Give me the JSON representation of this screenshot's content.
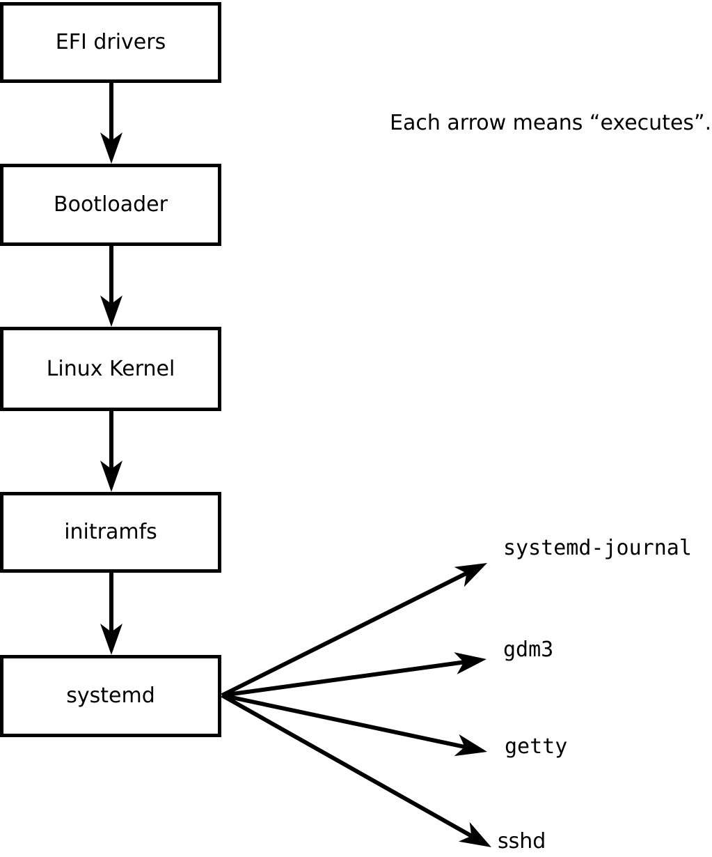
{
  "diagram": {
    "title_note": "Each arrow means “executes”.",
    "arrow_meaning": "executes",
    "chain": [
      {
        "label": "EFI drivers"
      },
      {
        "label": "Bootloader"
      },
      {
        "label": "Linux Kernel"
      },
      {
        "label": "initramfs"
      },
      {
        "label": "systemd"
      }
    ],
    "spawned_processes": [
      {
        "label": "systemd-journal"
      },
      {
        "label": "gdm3"
      },
      {
        "label": "getty"
      },
      {
        "label": "sshd"
      }
    ],
    "colors": {
      "line": "#000000",
      "background": "#ffffff",
      "box_fill": "#ffffff",
      "text": "#000000"
    }
  }
}
